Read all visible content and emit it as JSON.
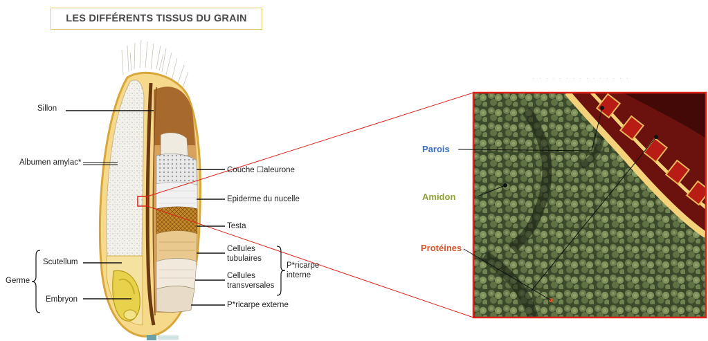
{
  "title": "LES DIFFÉRENTS TISSUS DU GRAIN",
  "grain_labels": {
    "sillon": "Sillon",
    "albumen": "Albumen amylac*",
    "couche_aleurone": "Couche ☐aleurone",
    "epiderme": "Epiderme du nucelle",
    "testa": "Testa",
    "cellules_tubulaires": "Cellules tubulaires",
    "cellules_transversales": "Cellules transversales",
    "pericarpe_interne": "P*ricarpe interne",
    "pericarpe_externe": "P*ricarpe externe",
    "scutellum": "Scutellum",
    "embryon": "Embryon",
    "germe": "Germe"
  },
  "micro_labels": {
    "parois": "Parois",
    "amidon": "Amidon",
    "proteines": "Protéines"
  },
  "colors": {
    "parois": "#3a6fc4",
    "amidon": "#8ea237",
    "proteines": "#d2562a",
    "zoom_frame": "#e0211b",
    "title_border": "#e6c96a"
  }
}
